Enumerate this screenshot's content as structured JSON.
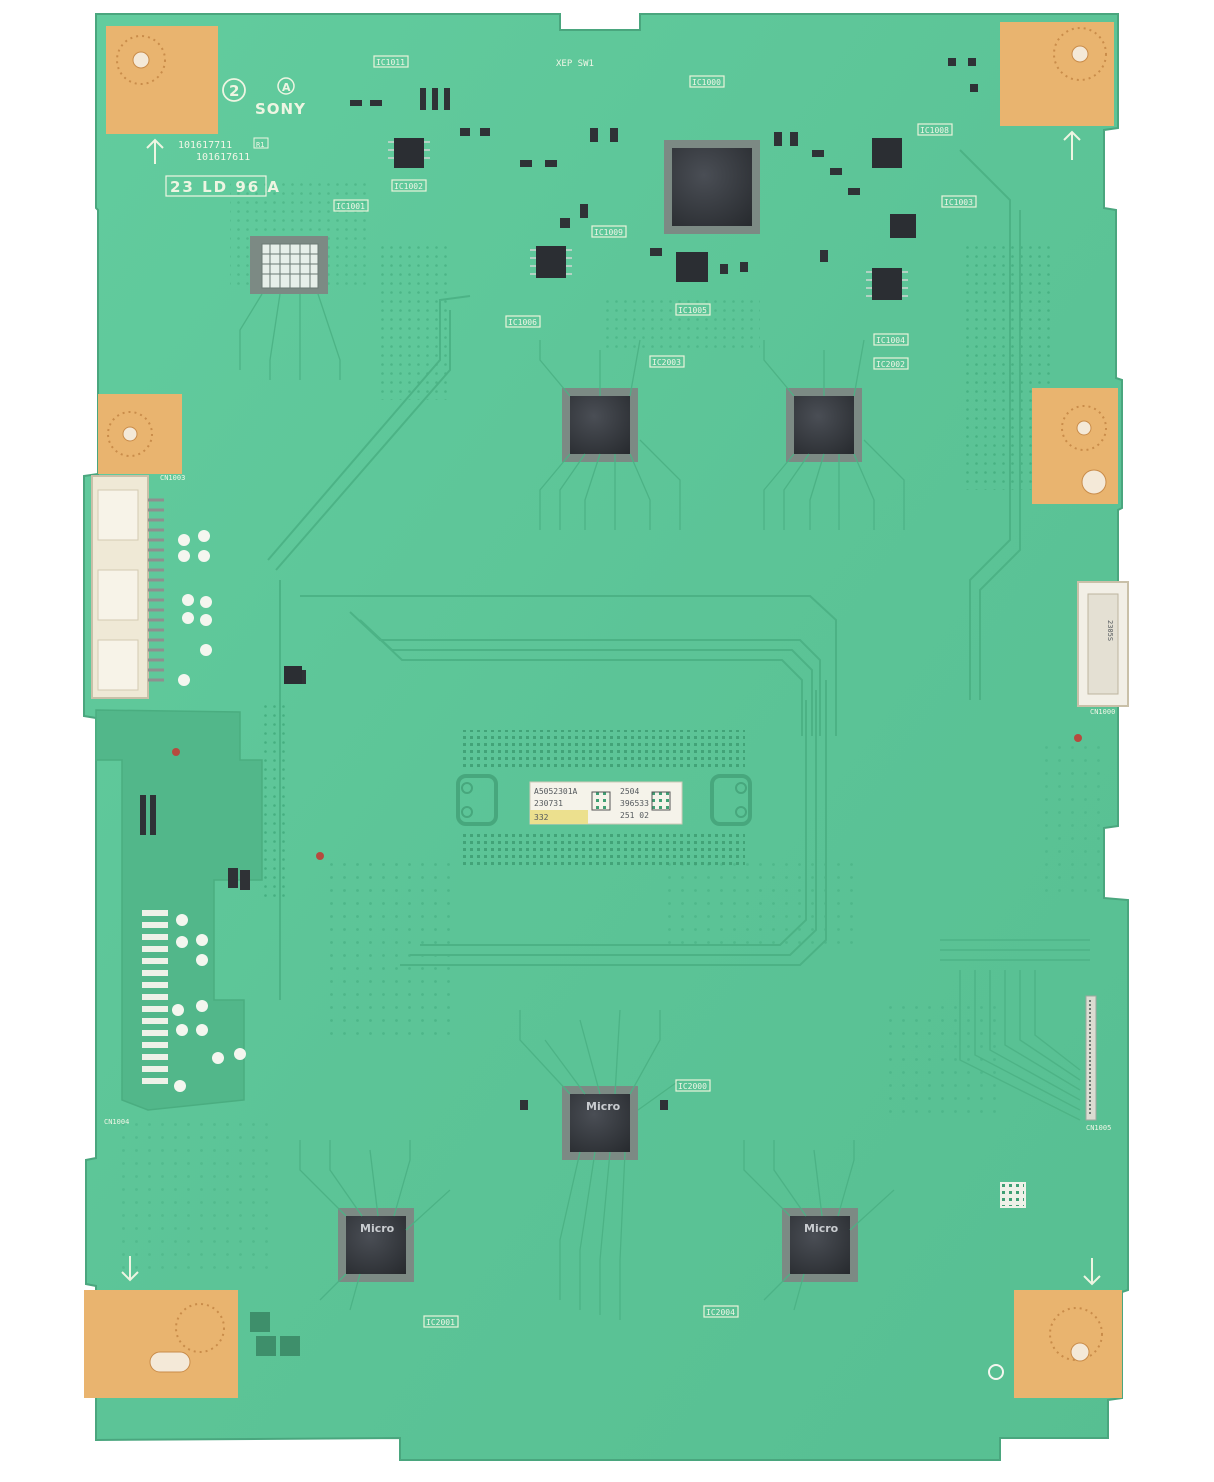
{
  "board": {
    "brand": "SONY",
    "model_mark": "23 LD 96 A",
    "part_numbers": [
      "101617711",
      "101617611"
    ],
    "corner_marks": [
      "2",
      "A"
    ],
    "rev_marks": [
      "R1"
    ],
    "ic_labels": [
      "IC1011",
      "IC1000",
      "IC1003",
      "IC1002",
      "IC1001",
      "IC1006",
      "IC1005",
      "IC1004",
      "IC2003",
      "IC2002",
      "IC2000",
      "IC2001",
      "IC2004",
      "IC1009",
      "IC1008"
    ],
    "connector_labels": [
      "CN1003",
      "CN1000",
      "CN1004",
      "CN1005"
    ],
    "chip_marking": "Micro",
    "connector_print": "2305S",
    "test_mark": "XEP SW1",
    "sticker": {
      "line1": "A5052301A",
      "line2": "230731",
      "line3": "332",
      "right1": "2504",
      "right2": "396533",
      "right3": "251 02"
    },
    "colors": {
      "pcb": "#5fc79a",
      "pad_gold": "#e9b46f",
      "chip": "#2e3136",
      "silkscreen": "#f2f7e8"
    }
  }
}
